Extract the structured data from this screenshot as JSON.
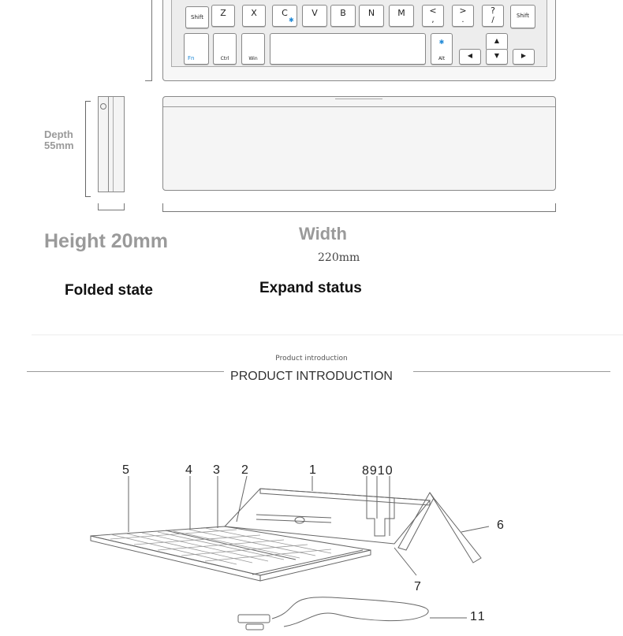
{
  "keyboard_top": {
    "row_keys": [
      {
        "name": "shift-left-key",
        "top": "Shift"
      },
      {
        "name": "z-key",
        "top": "Z"
      },
      {
        "name": "x-key",
        "top": "X"
      },
      {
        "name": "c-key",
        "top": "C"
      },
      {
        "name": "v-key",
        "top": "V"
      },
      {
        "name": "b-key",
        "top": "B"
      },
      {
        "name": "n-key",
        "top": "N"
      },
      {
        "name": "m-key",
        "top": "M"
      },
      {
        "name": "comma-key",
        "top": "<",
        "bottom": ","
      },
      {
        "name": "period-key",
        "top": ">",
        "bottom": "."
      },
      {
        "name": "slash-key",
        "top": "?",
        "bottom": "/"
      },
      {
        "name": "shift-right-key",
        "top": "Shift"
      }
    ],
    "bottom_keys": {
      "fn": "Fn",
      "ctrl": "Ctrl",
      "win": "Win",
      "alt": "Alt",
      "arrow_up": "▲",
      "arrow_left": "◀",
      "arrow_down": "▼",
      "arrow_right": "▶"
    }
  },
  "labels": {
    "depth_line1": "Depth",
    "depth_line2": "55mm",
    "height": "Height 20mm",
    "width": "Width",
    "width_value": "220mm",
    "folded": "Folded state",
    "expand": "Expand status",
    "intro_small": "Product introduction",
    "intro_title": "PRODUCT INTRODUCTION"
  },
  "diagram_numbers": [
    "5",
    "4",
    "3",
    "2",
    "1",
    "8910",
    "6",
    "7",
    "11"
  ],
  "colors": {
    "fn_blue": "#1e88d6",
    "line_grey": "#999999"
  }
}
